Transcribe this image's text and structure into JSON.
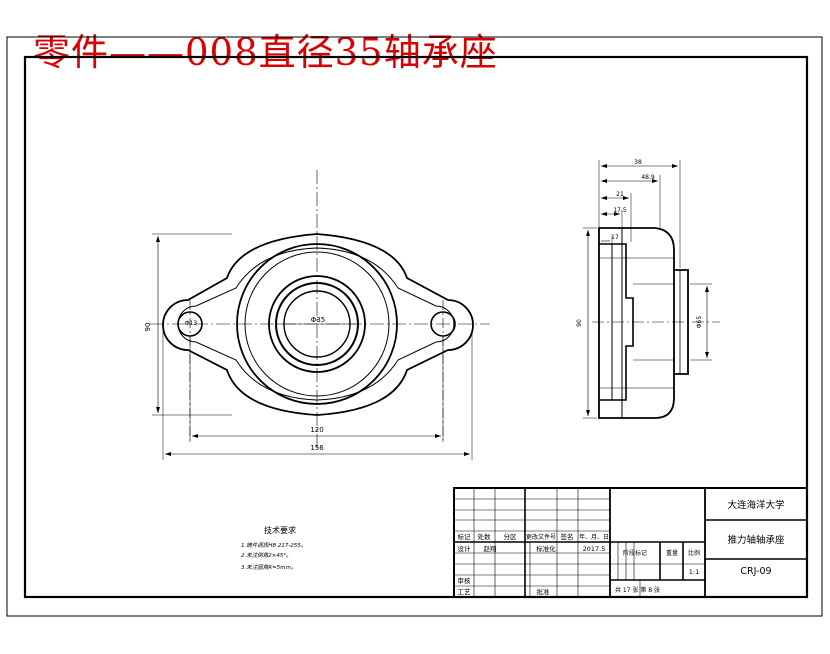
{
  "title_overlay": "零件——008直径35轴承座",
  "tech_requirements": {
    "heading": "技术要求",
    "items": [
      "1.铸件调质HB 217-255。",
      "2.未注倒角2×45°。",
      "3.未注圆角R=5mm。"
    ]
  },
  "front_view": {
    "dims": {
      "height": "90",
      "bore": "Φ35",
      "hole": "Φ13",
      "hole_spacing": "120",
      "overall_length": "156"
    }
  },
  "side_view": {
    "dims": {
      "overall_width": "38",
      "d2": "48.9",
      "d3": "21",
      "d4": "17.5",
      "d5": "17",
      "height": "90",
      "hub": "Φ65"
    }
  },
  "title_block": {
    "school": "大连海洋大学",
    "part_name": "推力轴轴承座",
    "drawing_no": "CRJ-09",
    "scale": "1:1",
    "ratio_label": "比例",
    "weight_label": "重量",
    "stage_label": "阶段标记",
    "row_labels": [
      "标记",
      "处数",
      "分区",
      "更改文件号",
      "签名",
      "年、月、日"
    ],
    "design_label": "设计",
    "designer": "赵翔",
    "std_label": "标准化",
    "date": "2017.5",
    "review_label": "审核",
    "process_label": "工艺",
    "approve_label": "批准",
    "sheets": "共  17  张      第  8  张"
  }
}
